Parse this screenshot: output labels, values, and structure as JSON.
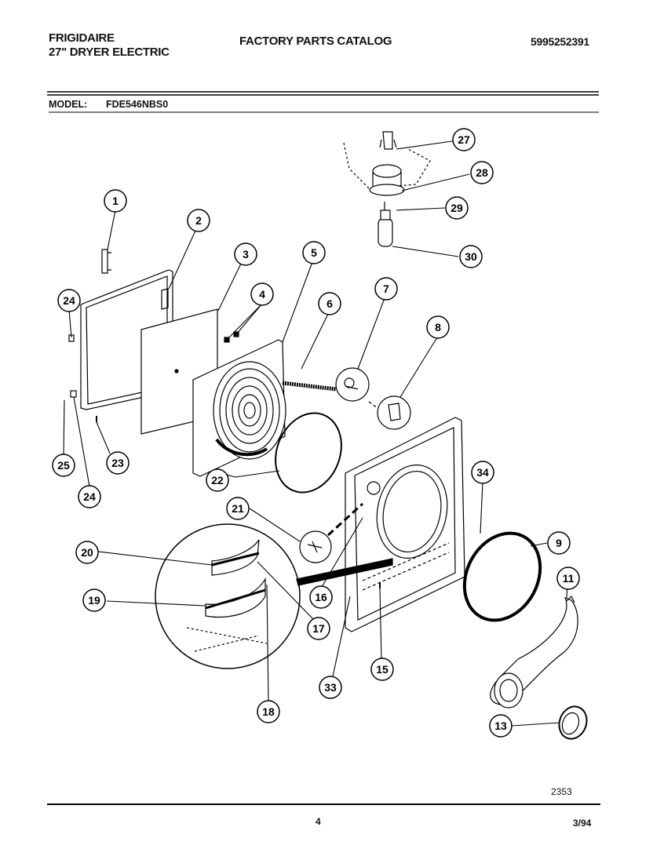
{
  "header": {
    "brand": "FRIGIDAIRE",
    "product": "27\" DRYER ELECTRIC",
    "catalog_title": "FACTORY PARTS CATALOG",
    "catalog_number": "5995252391"
  },
  "model": {
    "label": "MODEL:",
    "value": "FDE546NBS0"
  },
  "callouts": {
    "c1": "1",
    "c2": "2",
    "c3": "3",
    "c4": "4",
    "c5": "5",
    "c6": "6",
    "c7": "7",
    "c8": "8",
    "c9": "9",
    "c11": "11",
    "c13": "13",
    "c15": "15",
    "c16": "16",
    "c17": "17",
    "c18": "18",
    "c19": "19",
    "c20": "20",
    "c21": "21",
    "c22": "22",
    "c23": "23",
    "c24a": "24",
    "c24b": "24",
    "c25": "25",
    "c27": "27",
    "c28": "28",
    "c29": "29",
    "c30": "30",
    "c33": "33",
    "c34": "34"
  },
  "footer": {
    "figure_number": "2353",
    "page_number": "4",
    "date": "3/94"
  }
}
